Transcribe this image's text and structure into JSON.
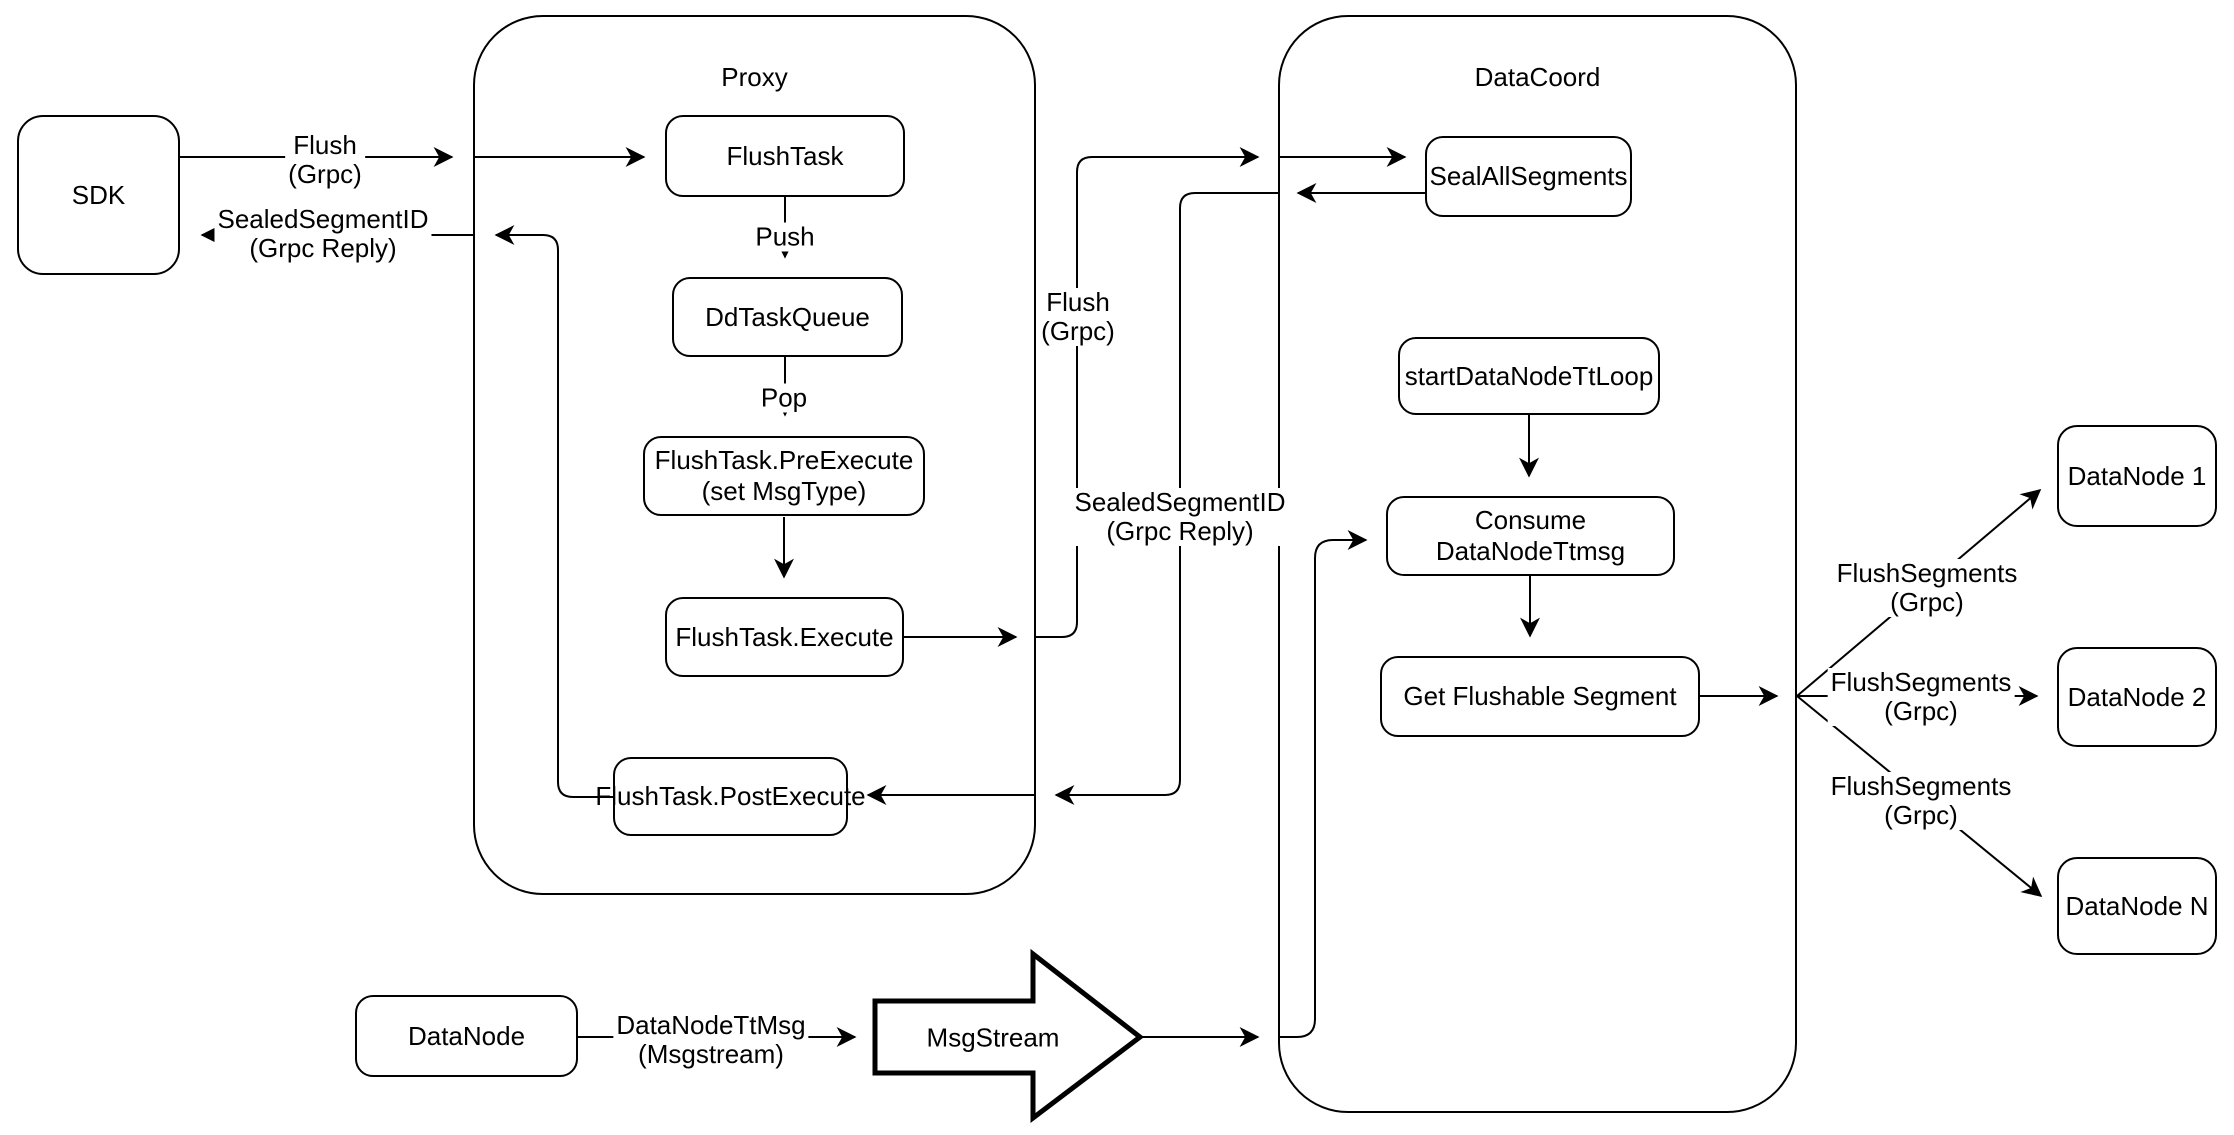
{
  "diagram": {
    "background_color": "#ffffff",
    "stroke_color": "#000000",
    "containers": {
      "proxy": {
        "title": "Proxy"
      },
      "datacoord": {
        "title": "DataCoord"
      }
    },
    "nodes": {
      "sdk": {
        "label": "SDK"
      },
      "flush_task": {
        "label": "FlushTask"
      },
      "dd_task_queue": {
        "label": "DdTaskQueue"
      },
      "pre_execute": {
        "label": "FlushTask.PreExecute",
        "sublabel": "(set MsgType)"
      },
      "execute": {
        "label": "FlushTask.Execute"
      },
      "post_execute": {
        "label": "FlushTask.PostExecute"
      },
      "seal_all_segments": {
        "label": "SealAllSegments"
      },
      "start_datanode_tt_loop": {
        "label": "startDataNodeTtLoop"
      },
      "consume_datanode_ttmsg": {
        "label": "Consume DataNodeTtmsg"
      },
      "get_flushable_segment": {
        "label": "Get Flushable Segment"
      },
      "datanode_1": {
        "label": "DataNode 1"
      },
      "datanode_2": {
        "label": "DataNode 2"
      },
      "datanode_n": {
        "label": "DataNode N"
      },
      "datanode": {
        "label": "DataNode"
      },
      "msgstream": {
        "label": "MsgStream"
      }
    },
    "edge_labels": {
      "flush_sdk": {
        "line1": "Flush",
        "line2": "(Grpc)"
      },
      "sealed_sdk": {
        "line1": "SealedSegmentID",
        "line2": "(Grpc Reply)"
      },
      "push": {
        "line1": "Push"
      },
      "pop": {
        "line1": "Pop"
      },
      "flush_mid": {
        "line1": "Flush",
        "line2": "(Grpc)"
      },
      "sealed_mid": {
        "line1": "SealedSegmentID",
        "line2": "(Grpc Reply)"
      },
      "flush_segments_1": {
        "line1": "FlushSegments",
        "line2": "(Grpc)"
      },
      "flush_segments_2": {
        "line1": "FlushSegments",
        "line2": "(Grpc)"
      },
      "flush_segments_3": {
        "line1": "FlushSegments",
        "line2": "(Grpc)"
      },
      "datanode_ttmsg": {
        "line1": "DataNodeTtMsg",
        "line2": "(Msgstream)"
      }
    }
  }
}
